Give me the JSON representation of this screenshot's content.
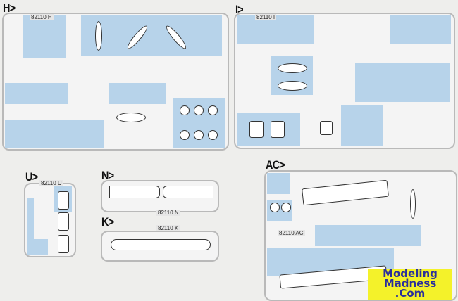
{
  "sprues": [
    {
      "label": "H>",
      "code": "82110 H"
    },
    {
      "label": "I>",
      "code": "82110 I"
    },
    {
      "label": "U>",
      "code": "82110 U"
    },
    {
      "label": "N>",
      "code": "82110 N"
    },
    {
      "label": "K>",
      "code": "82110 K"
    },
    {
      "label": "AC>",
      "code": "82110 AC"
    }
  ],
  "logo": {
    "line1": "Modeling",
    "line2": "Madness",
    "line3": ".Com"
  },
  "colors": {
    "sprue_highlight": "#b7d3ea",
    "logo_bg": "#f4f22a",
    "logo_text": "#2b2f9c"
  }
}
